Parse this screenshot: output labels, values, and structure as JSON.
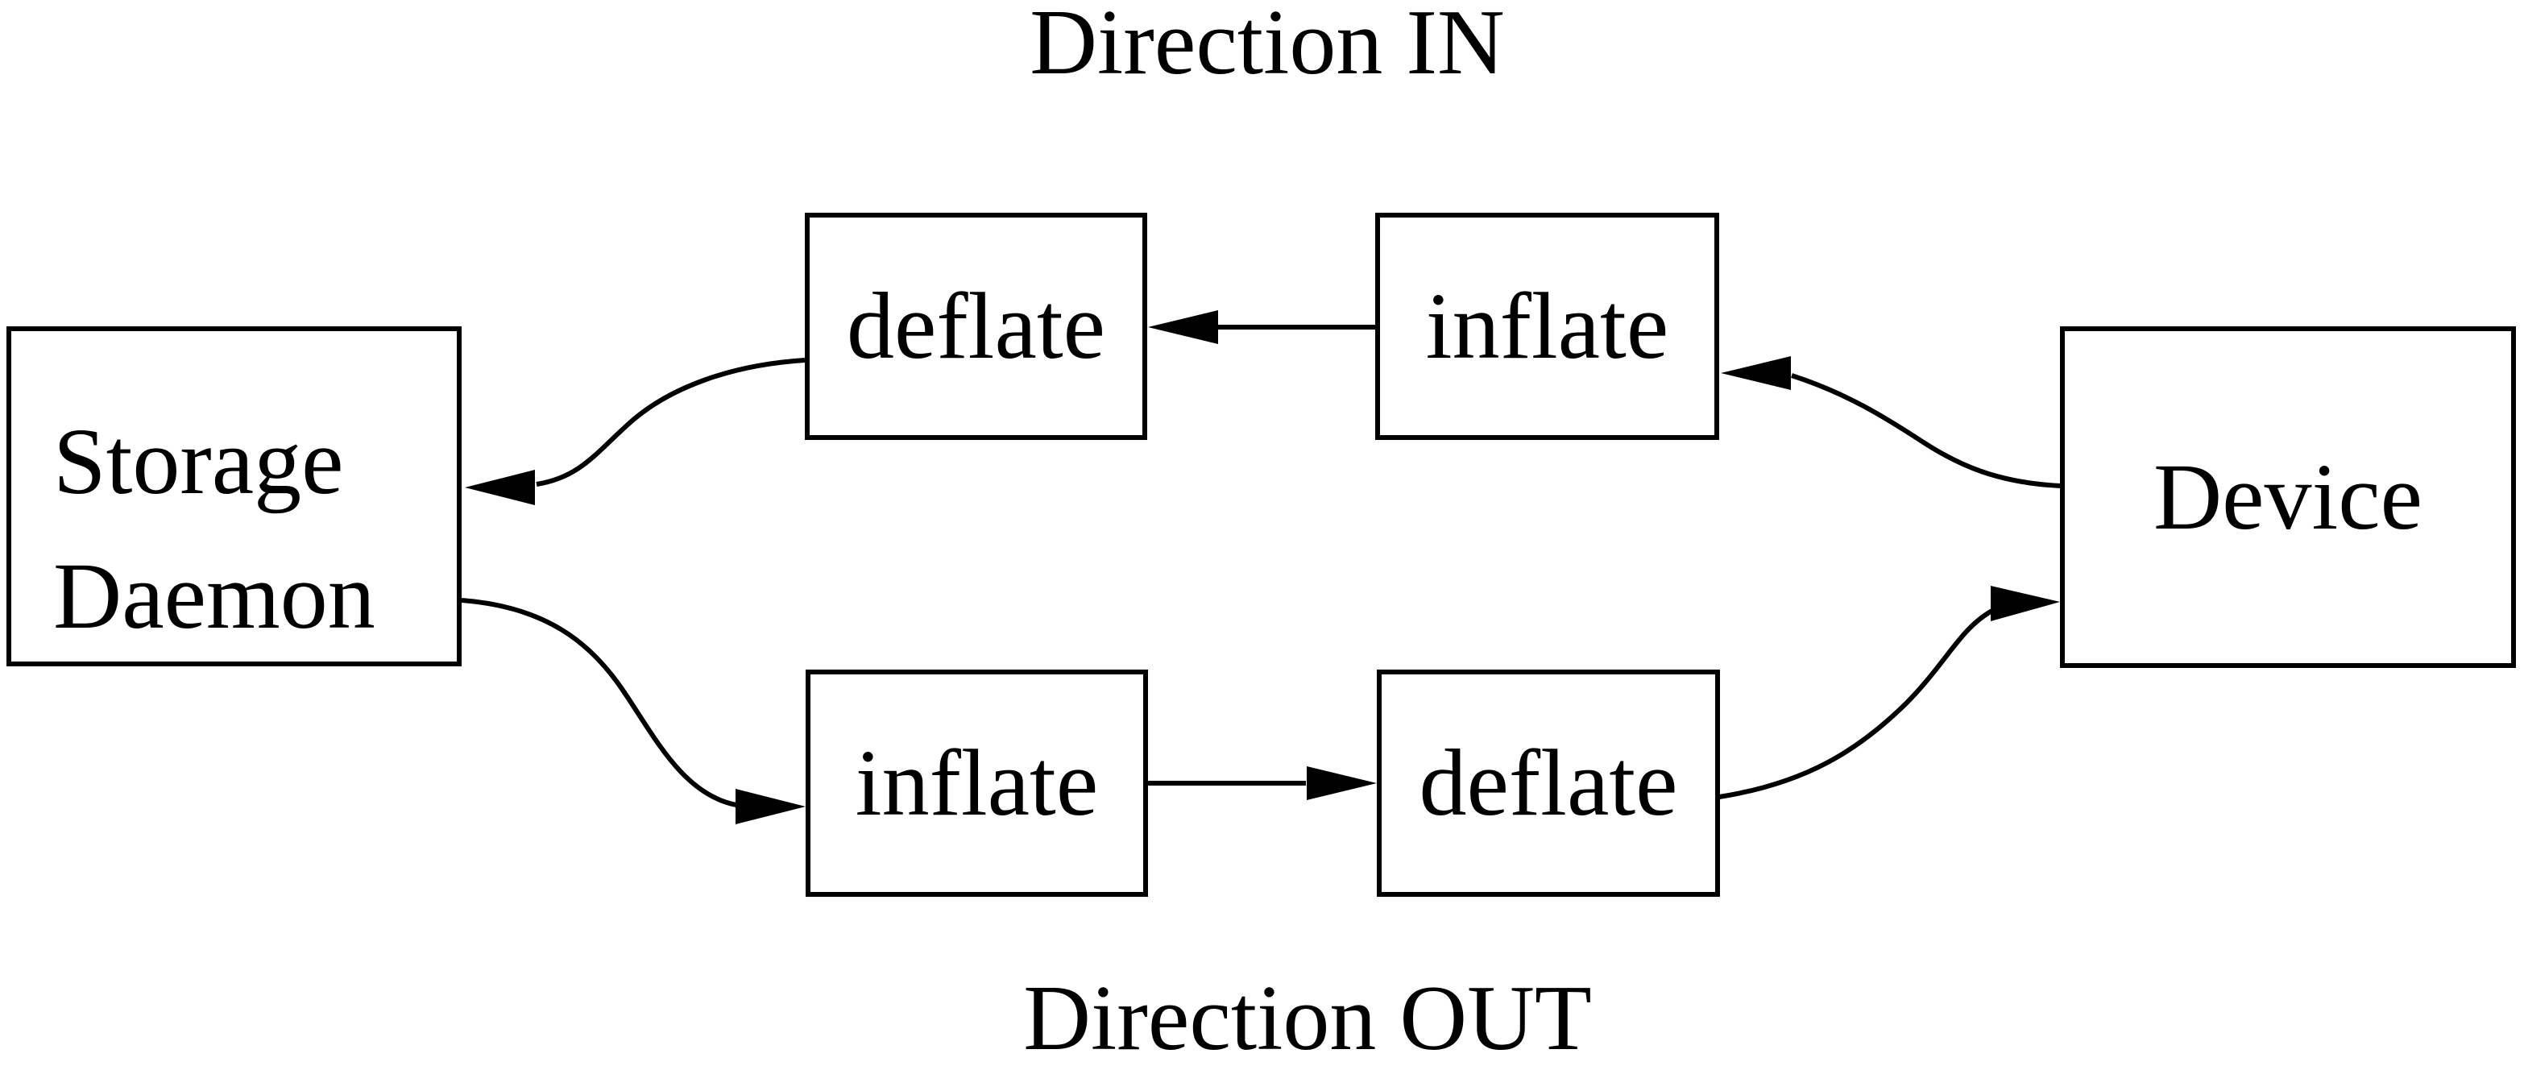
{
  "titles": {
    "direction_in": "Direction IN",
    "direction_out": "Direction OUT"
  },
  "nodes": {
    "storage_daemon": {
      "label_line1": "Storage",
      "label_line2": "Daemon"
    },
    "deflate_in": {
      "label": "deflate"
    },
    "inflate_in": {
      "label": "inflate"
    },
    "inflate_out": {
      "label": "inflate"
    },
    "deflate_out": {
      "label": "deflate"
    },
    "device": {
      "label": "Device"
    }
  },
  "edges": [
    {
      "from": "device",
      "to": "inflate_in",
      "direction": "IN"
    },
    {
      "from": "inflate_in",
      "to": "deflate_in",
      "direction": "IN"
    },
    {
      "from": "deflate_in",
      "to": "storage_daemon",
      "direction": "IN"
    },
    {
      "from": "storage_daemon",
      "to": "inflate_out",
      "direction": "OUT"
    },
    {
      "from": "inflate_out",
      "to": "deflate_out",
      "direction": "OUT"
    },
    {
      "from": "deflate_out",
      "to": "device",
      "direction": "OUT"
    }
  ],
  "colors": {
    "foreground": "#000000",
    "background": "#ffffff"
  }
}
